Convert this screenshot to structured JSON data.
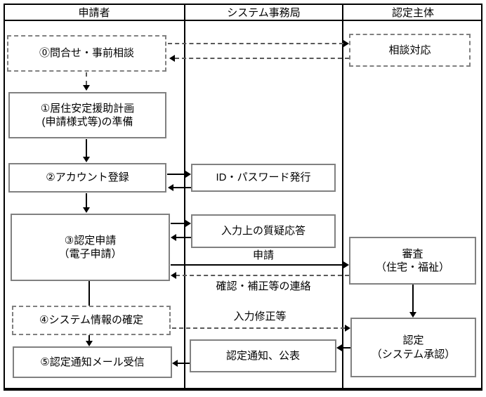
{
  "lanes": {
    "applicant": "申請者",
    "office": "システム事務局",
    "certifier": "認定主体"
  },
  "nodes": {
    "inquiry": "⓪問合せ・事前相談",
    "plan": "①居住安定援助計画\n(申請様式等)の準備",
    "account": "②アカウント登録",
    "application": "③認定申請\n（電子申請）",
    "sysinfo": "④システム情報の確定",
    "mail": "⑤認定通知メール受信",
    "id_issue": "ID・パスワード発行",
    "qa": "入力上の質疑応答",
    "notice": "認定通知、公表",
    "consult": "相談対応",
    "review": "審査\n（住宅・福祉）",
    "certify": "認定\n（システム承認）"
  },
  "edge_labels": {
    "apply": "申請",
    "confirm": "確認・補正等の連絡",
    "revise": "入力修正等"
  },
  "colors": {
    "frame_border": "#000000",
    "node_border": "#808080",
    "dashed_line": "#595959",
    "text": "#000000",
    "background": "#ffffff"
  }
}
